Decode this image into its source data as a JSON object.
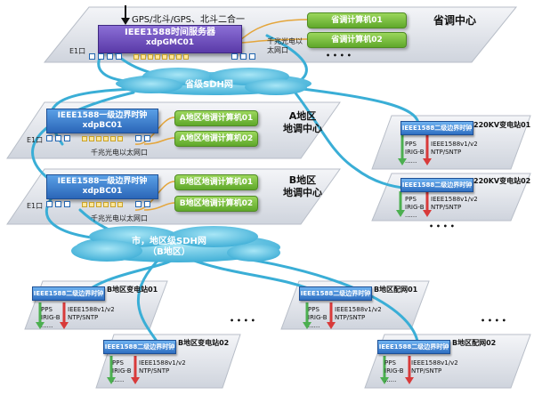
{
  "top_center": {
    "gps_label": "GPS/北斗/GPS、北斗二合一",
    "server_line1": "IEEE1588时间服务器",
    "server_line2": "xdpGMC01",
    "computer1": "省调计算机01",
    "computer2": "省调计算机02",
    "region_label": "省调中心",
    "e1_label": "E1口",
    "eth_label": "千兆光电以太网口",
    "dots": "• • • •"
  },
  "provincial_network": "省级SDH网",
  "area_a": {
    "clock_line1": "IEEE1588一级边界时钟",
    "clock_line2": "xdpBC01",
    "computer1": "A地区地调计算机01",
    "computer2": "A地区地调计算机02",
    "region_line1": "A地区",
    "region_line2": "地调中心",
    "e1_label": "E1口",
    "eth_label": "千兆光电以太网口"
  },
  "area_b": {
    "clock_line1": "IEEE1588一级边界时钟",
    "clock_line2": "xdpBC01",
    "computer1": "B地区地调计算机01",
    "computer2": "B地区地调计算机02",
    "region_line1": "B地区",
    "region_line2": "地调中心",
    "e1_label": "E1口",
    "eth_label": "千兆光电以太网口"
  },
  "city_network": {
    "line1": "市，地区级SDH网",
    "line2": "（B地区）"
  },
  "substations": [
    {
      "name": "220KV变电站01",
      "device": "IEEE1588二级边界时钟",
      "pps": "PPS",
      "irig": "IRIG-B",
      "proto1": "IEEE1588v1/v2",
      "proto2": "NTP/SNTP",
      "dots": "......"
    },
    {
      "name": "220KV变电站02",
      "device": "IEEE1588二级边界时钟",
      "pps": "PPS",
      "irig": "IRIG-B",
      "proto1": "IEEE1588v1/v2",
      "proto2": "NTP/SNTP",
      "dots": "......"
    },
    {
      "name": "B地区变电站01",
      "device": "IEEE1588二级边界时钟",
      "pps": "PPS",
      "irig": "IRIG-B",
      "proto1": "IEEE1588v1/v2",
      "proto2": "NTP/SNTP",
      "dots": "......"
    },
    {
      "name": "B地区变电站02",
      "device": "IEEE1588二级边界时钟",
      "pps": "PPS",
      "irig": "IRIG-B",
      "proto1": "IEEE1588v1/v2",
      "proto2": "NTP/SNTP",
      "dots": "......"
    },
    {
      "name": "B地区配网01",
      "device": "IEEE1588二级边界时钟",
      "pps": "PPS",
      "irig": "IRIG-B",
      "proto1": "IEEE1588v1/v2",
      "proto2": "NTP/SNTP",
      "dots": "......"
    },
    {
      "name": "B地区配网02",
      "device": "IEEE1588二级边界时钟",
      "pps": "PPS",
      "irig": "IRIG-B",
      "proto1": "IEEE1588v1/v2",
      "proto2": "NTP/SNTP",
      "dots": "......"
    }
  ],
  "ellipses": "• • • •",
  "colors": {
    "platform": "#dfe3ea",
    "cloud": "#4fb7d9",
    "link": "#3aaed6",
    "device": "#2b66b8",
    "server": "#5a3aa8",
    "computer": "#6fb83a"
  }
}
